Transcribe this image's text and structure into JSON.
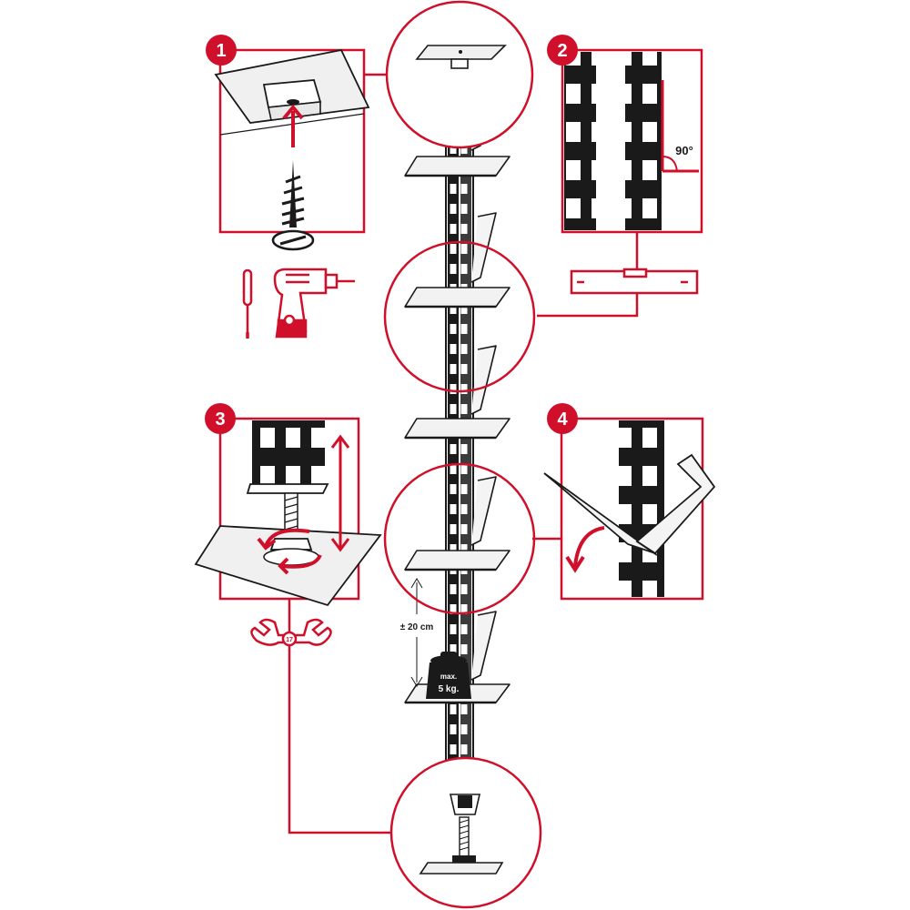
{
  "steps": [
    {
      "number": "1"
    },
    {
      "number": "2"
    },
    {
      "number": "3"
    },
    {
      "number": "4"
    }
  ],
  "labels": {
    "level_angle": "90°",
    "shelf_spacing": "± 20 cm",
    "weight_max": "max.",
    "weight_value": "5 kg.",
    "wrench_size": "17"
  },
  "colors": {
    "accent": "#d0102a",
    "ink": "#1a1a1a",
    "panel": "#ededed"
  },
  "icons": [
    "screw-icon",
    "screwdriver-icon",
    "drill-icon",
    "spirit-level-icon",
    "wrench-icon",
    "weight-icon",
    "rotate-arrow-icon"
  ]
}
